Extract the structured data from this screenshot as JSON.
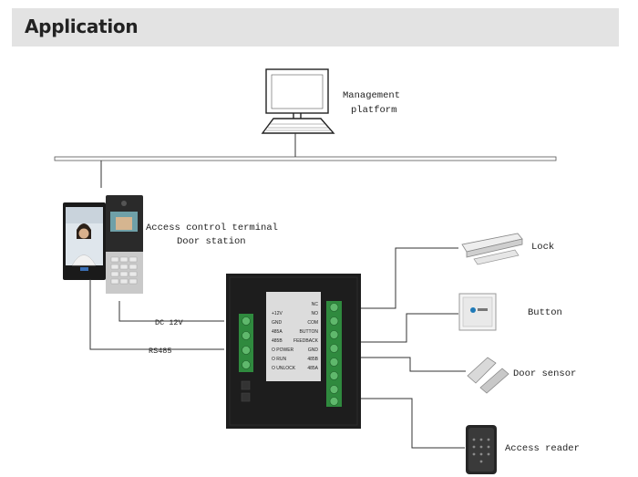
{
  "header": {
    "title": "Application"
  },
  "labels": {
    "management_line1": "Management",
    "management_line2": "platform",
    "terminal_line1": "Access control terminal",
    "terminal_line2": "Door station",
    "lock": "Lock",
    "button": "Button",
    "door_sensor": "Door sensor",
    "access_reader": "Access reader",
    "dc12v": "DC 12V",
    "rs485": "RS485"
  },
  "controller": {
    "left_terminals": [
      "+12V",
      "GND",
      "485A",
      "485B",
      "O POWER",
      "O RUN",
      "O UNLOCK"
    ],
    "right_terminals": [
      "NC",
      "NO",
      "COM",
      "BUTTON",
      "FEEDBACK",
      "GND",
      "485B",
      "485A"
    ]
  },
  "colors": {
    "header_bg": "#e3e3e3",
    "line": "#333333",
    "device_black": "#1d1d1d",
    "terminal_green": "#2f8a3e"
  }
}
